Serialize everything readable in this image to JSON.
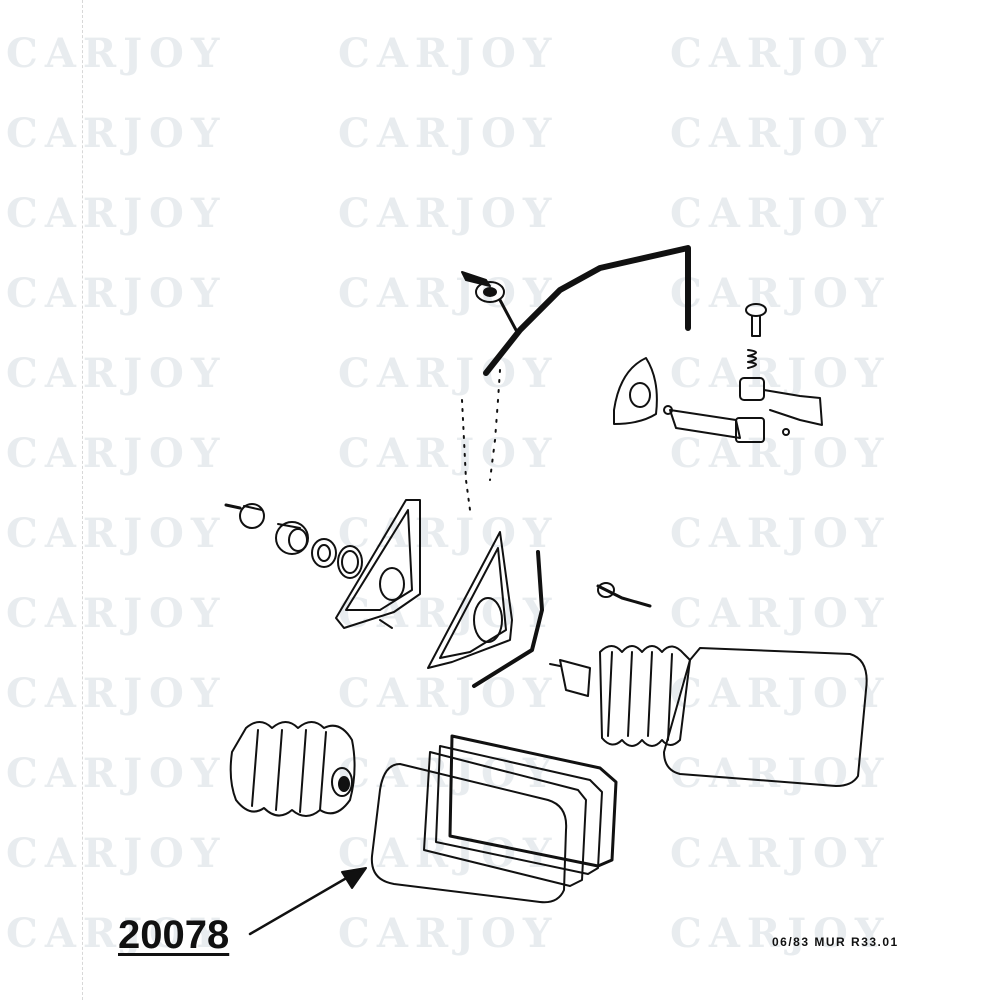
{
  "watermark": {
    "text": "CARJOY"
  },
  "diagram": {
    "callout": {
      "part_number": "20078"
    },
    "drawing_ref": "06/83  MUR  R33.01"
  },
  "colors": {
    "ink": "#111111",
    "watermark": "#e8ecef",
    "background": "#ffffff"
  }
}
